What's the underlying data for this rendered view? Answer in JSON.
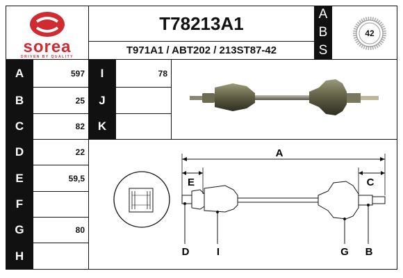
{
  "brand": {
    "name": "sorea",
    "tagline": "DRIVEN BY QUALITY",
    "color": "#cf2b30"
  },
  "header": {
    "part_number": "T78213A1",
    "cross_refs": "T971A1 / ABT202 / 213ST87-42",
    "abs_letters": [
      "A",
      "B",
      "S"
    ],
    "abs_teeth": "42"
  },
  "specs": {
    "left": [
      {
        "label": "A",
        "value": "597"
      },
      {
        "label": "B",
        "value": "25"
      },
      {
        "label": "C",
        "value": "82"
      },
      {
        "label": "D",
        "value": "22"
      },
      {
        "label": "E",
        "value": "59,5"
      },
      {
        "label": "F",
        "value": ""
      },
      {
        "label": "G",
        "value": "80"
      },
      {
        "label": "H",
        "value": ""
      }
    ],
    "right": [
      {
        "label": "I",
        "value": "78"
      },
      {
        "label": "J",
        "value": ""
      },
      {
        "label": "K",
        "value": ""
      }
    ]
  },
  "diagram": {
    "dim_a": "A",
    "dim_c": "C",
    "dim_e": "E",
    "callout_d": "D",
    "callout_i": "I",
    "callout_g": "G",
    "callout_b": "B"
  }
}
